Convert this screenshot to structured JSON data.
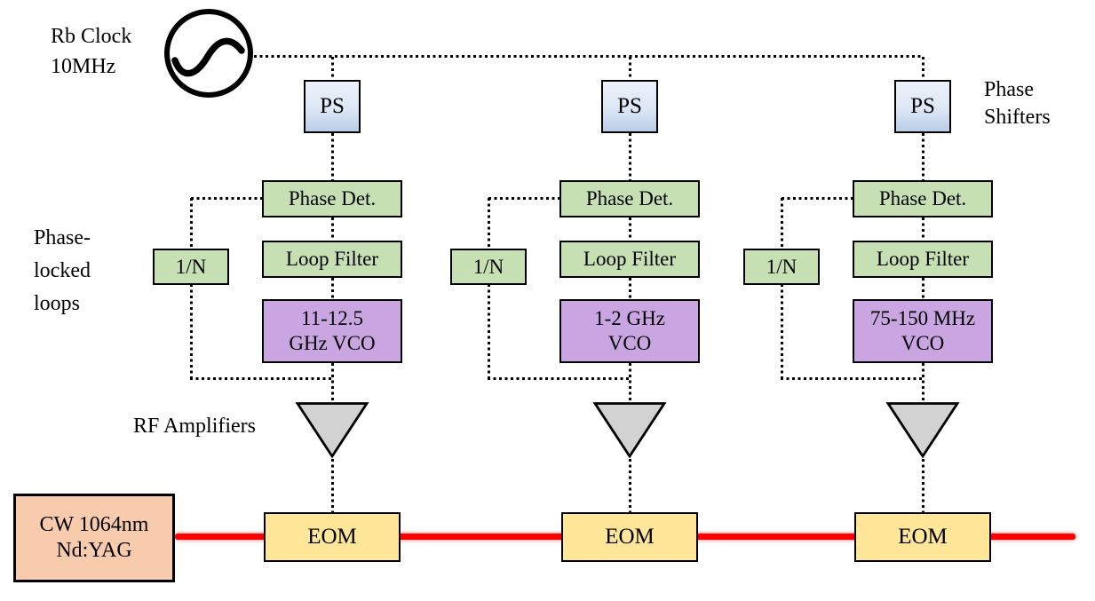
{
  "clock": {
    "line1": "Rb Clock",
    "line2": "10MHz"
  },
  "labels": {
    "phase_shifters": {
      "line1": "Phase",
      "line2": "Shifters"
    },
    "plls": {
      "line1": "Phase-",
      "line2": "locked",
      "line3": "loops"
    },
    "rf_amplifiers": "RF Amplifiers"
  },
  "laser_source": {
    "line1": "CW 1064nm",
    "line2": "Nd:YAG"
  },
  "columns": [
    {
      "ps": "PS",
      "phase_det": "Phase Det.",
      "divider": "1/N",
      "loop_filter": "Loop Filter",
      "vco": {
        "line1": "11-12.5",
        "line2": "GHz VCO"
      },
      "eom": "EOM"
    },
    {
      "ps": "PS",
      "phase_det": "Phase Det.",
      "divider": "1/N",
      "loop_filter": "Loop Filter",
      "vco": {
        "line1": "1-2 GHz",
        "line2": "VCO"
      },
      "eom": "EOM"
    },
    {
      "ps": "PS",
      "phase_det": "Phase Det.",
      "divider": "1/N",
      "loop_filter": "Loop Filter",
      "vco": {
        "line1": "75-150 MHz",
        "line2": "VCO"
      },
      "eom": "EOM"
    }
  ],
  "colors": {
    "ps_fill_top": "#ecf1fa",
    "ps_fill_bottom": "#b9cde8",
    "pll_green": "#c6e0b4",
    "vco_purple": "#c9a6e1",
    "eom_yellow": "#ffe699",
    "laser_orange": "#f8cbad",
    "amplifier_gray": "#d2d2d2",
    "beam_red": "#ff0000",
    "wire_black": "#000000"
  }
}
